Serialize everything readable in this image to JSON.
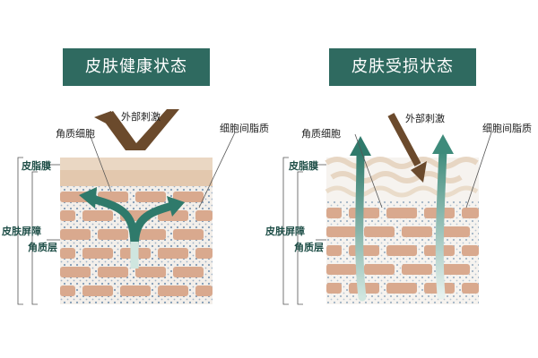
{
  "panels": [
    {
      "title": "皮肤健康状态",
      "labels": {
        "external_stimulus": "外部刺激",
        "corneocyte": "角质细胞",
        "intercellular_lipid": "细胞间脂质",
        "sebum_film": "皮脂膜",
        "skin_barrier": "皮肤屏障",
        "stratum_corneum": "角质层"
      }
    },
    {
      "title": "皮肤受损状态",
      "labels": {
        "external_stimulus": "外部刺激",
        "corneocyte": "角质细胞",
        "intercellular_lipid": "细胞间脂质",
        "sebum_film": "皮脂膜",
        "skin_barrier": "皮肤屏障",
        "stratum_corneum": "角质层"
      }
    }
  ],
  "colors": {
    "title_bg": "#2f6a60",
    "brick": "#d9a98e",
    "mortar": "#f1ede8",
    "sebum": "#e8d3bd",
    "brown_arrow": "#6b4a2c",
    "teal_arrow": "#2f7a6b",
    "dots": "#5b7fa3"
  }
}
